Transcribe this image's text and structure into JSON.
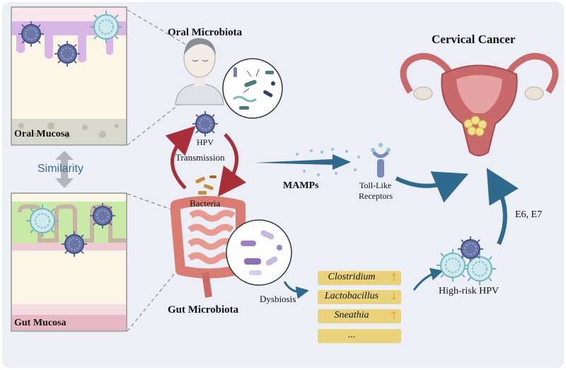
{
  "labels": {
    "oral_microbiota": "Oral Microbiota",
    "cervical_cancer": "Cervical Cancer",
    "oral_mucosa": "Oral Mucosa",
    "similarity": "Similarity",
    "hpv": "HPV",
    "transmission": "Transmission",
    "bacteria": "Bacteria",
    "mamps": "MAMPs",
    "tlr_line1": "Toll-Like",
    "tlr_line2": "Receptors",
    "e6_e7": "E6, E7",
    "high_risk_hpv": "High-risk HPV",
    "dysbiosis": "Dysbiosis",
    "gut_microbiota": "Gut Microbiota",
    "gut_mucosa": "Gut Mucosa"
  },
  "dysbiosis_list": [
    {
      "name": "Clostridium",
      "trend": "↑"
    },
    {
      "name": "Lactobacillus",
      "trend": "↓"
    },
    {
      "name": "Sneathia",
      "trend": "↑"
    },
    {
      "name": "...",
      "trend": ""
    }
  ],
  "colors": {
    "background": "#eceff5",
    "arrow_red": "#a82e38",
    "arrow_blue": "#2d6a8e",
    "list_box": "#e9d27a",
    "similarity_text": "#3c6a95"
  },
  "icons": [
    "virus-icon",
    "head-icon",
    "uterus-icon",
    "intestine-icon",
    "receptor-icon",
    "bacteria-icon"
  ]
}
